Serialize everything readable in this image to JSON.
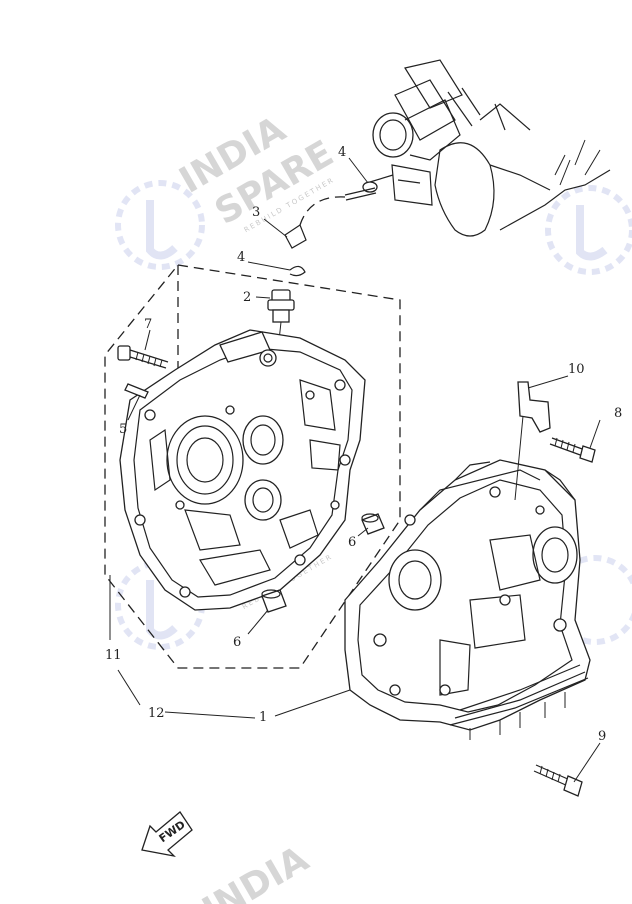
{
  "callouts": {
    "c1": "1",
    "c2": "2",
    "c3": "3",
    "c4a": "4",
    "c4b": "4",
    "c5": "5",
    "c6a": "6",
    "c6b": "6",
    "c7": "7",
    "c8": "8",
    "c9": "9",
    "c10": "10",
    "c11": "11",
    "c12": "12"
  },
  "fwd_label": "FWD",
  "watermark": {
    "line1": "INDIA",
    "line2": "SPARE",
    "tagline": "REBUILD TOGETHER",
    "color_orange": "#f39a3c",
    "color_green": "#3aa66a",
    "color_blue": "#4a5ec0"
  }
}
